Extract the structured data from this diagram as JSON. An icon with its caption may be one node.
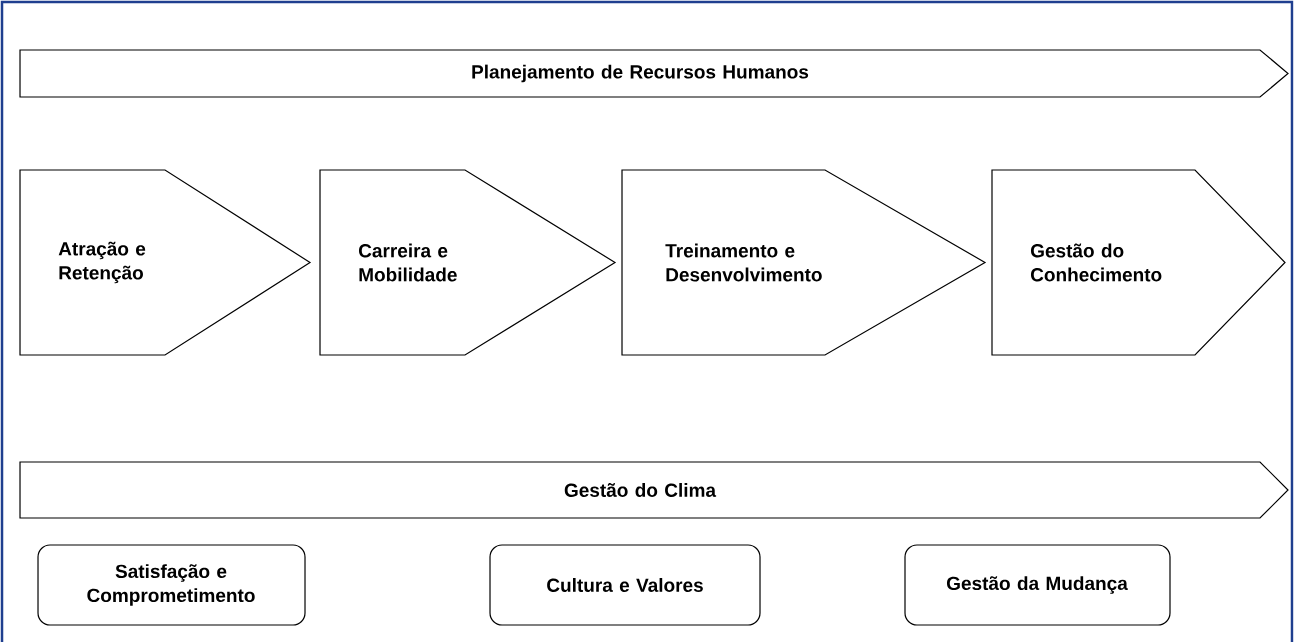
{
  "diagram": {
    "nodes": [
      {
        "text": [
          "Planejamento de Recursos Humanos"
        ]
      },
      {
        "text": [
          "Atração e Retenção"
        ]
      },
      {
        "text": [
          "Carreira e Mobilidade"
        ]
      },
      {
        "text": [
          "Treinamento e Desenvolvimento"
        ]
      },
      {
        "text": [
          "Gestão do Conhecimento"
        ]
      },
      {
        "text": [
          "Gestão do Clima"
        ]
      },
      {
        "text": [
          "Satisfação e Comprometimento"
        ]
      },
      {
        "text": [
          "Cultura e Valores"
        ]
      },
      {
        "text": [
          "Gestão da Mudança"
        ]
      }
    ]
  }
}
